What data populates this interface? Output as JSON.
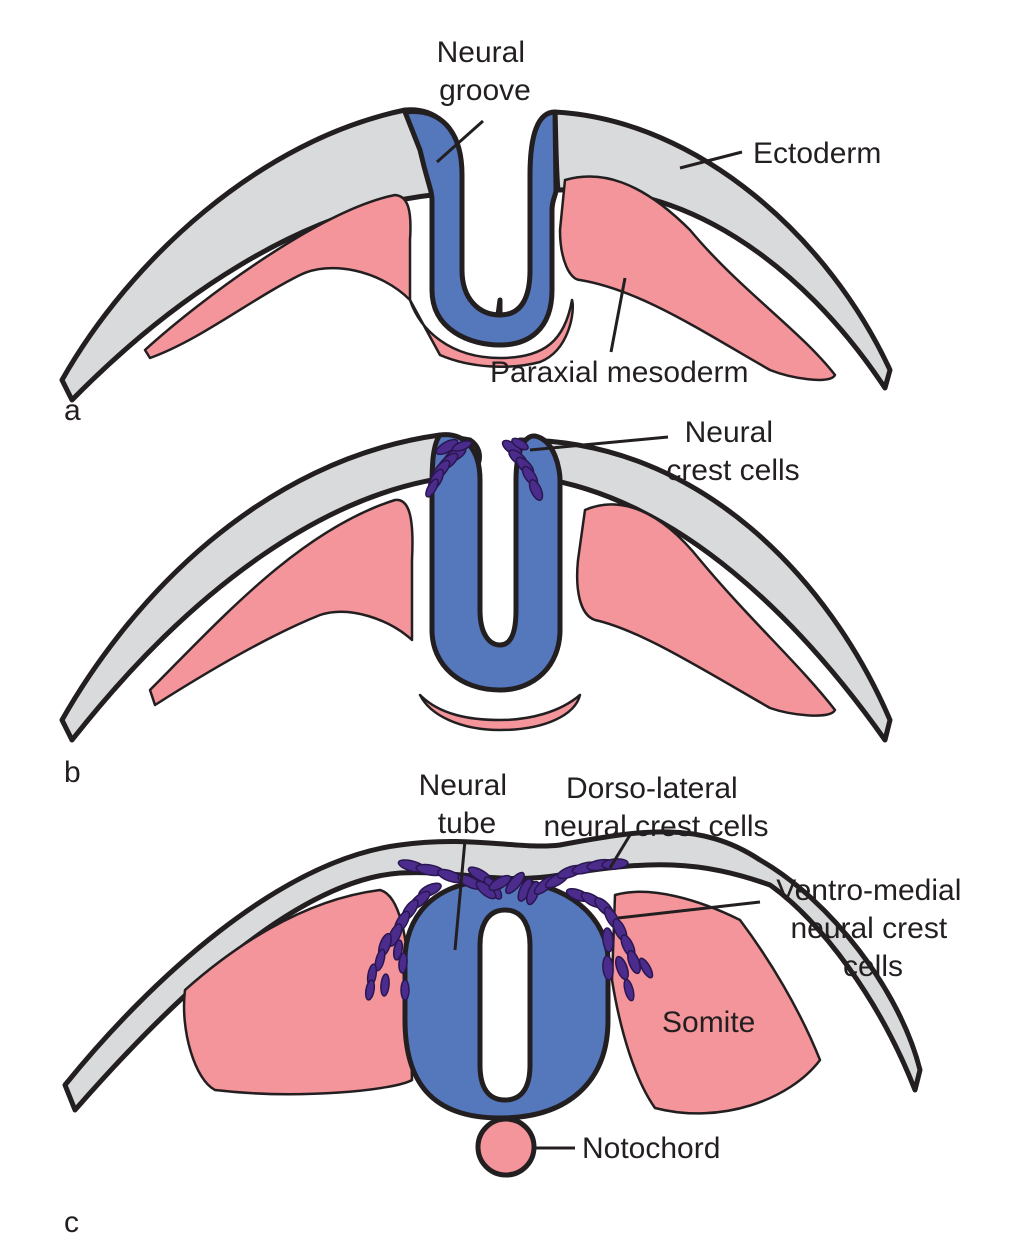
{
  "figure": {
    "panels": [
      {
        "id": "a",
        "label": "a",
        "labels": {
          "neural_groove": [
            "Neural",
            "groove"
          ],
          "ectoderm": "Ectoderm",
          "paraxial_mesoderm": "Paraxial mesoderm"
        }
      },
      {
        "id": "b",
        "label": "b",
        "labels": {
          "neural_crest_cells": [
            "Neural",
            "crest cells"
          ]
        }
      },
      {
        "id": "c",
        "label": "c",
        "labels": {
          "neural_tube": [
            "Neural",
            "tube"
          ],
          "dorso_lateral": [
            "Dorso-lateral",
            "neural crest cells"
          ],
          "ventro_medial": [
            "Ventro-medial",
            "neural crest",
            "cells"
          ],
          "somite": "Somite",
          "notochord": "Notochord"
        }
      }
    ],
    "colors": {
      "ectoderm": "#d9dadb",
      "neural_plate": "#5577bb",
      "mesoderm": "#f4959b",
      "neural_crest": "#4b2c8c",
      "outline": "#231f20"
    }
  }
}
